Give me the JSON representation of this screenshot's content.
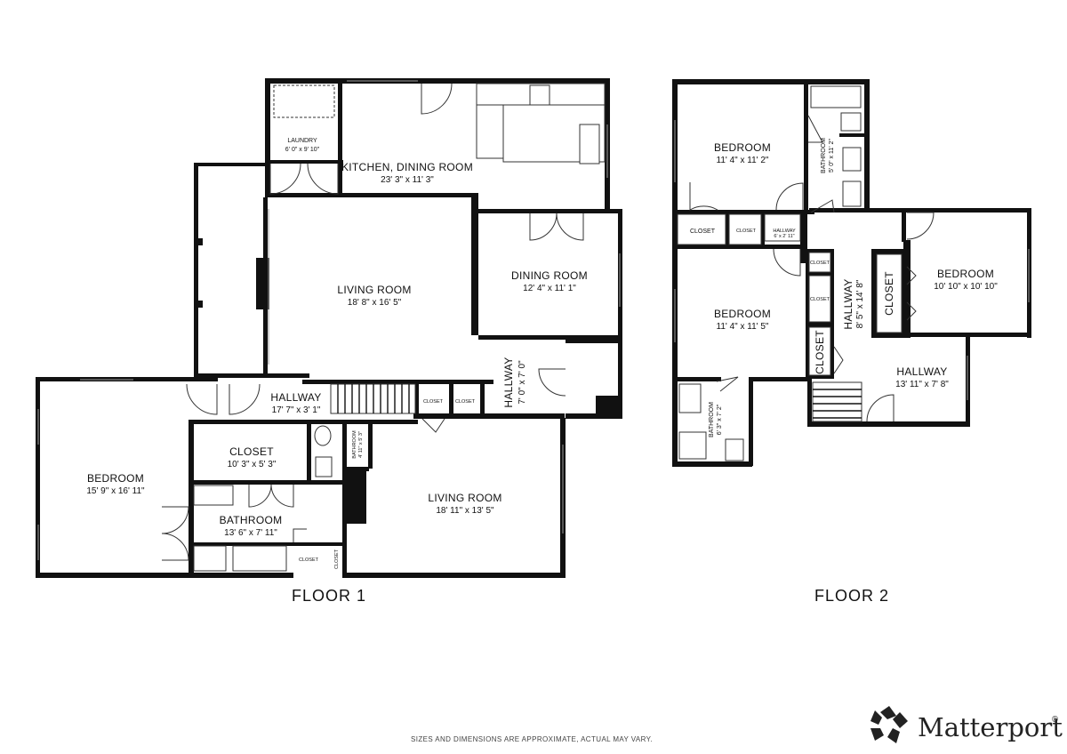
{
  "floors": [
    {
      "label": "FLOOR 1",
      "rooms": [
        {
          "name": "LAUNDRY",
          "dims": "6' 0\" x 9' 10\""
        },
        {
          "name": "KITCHEN, DINING ROOM",
          "dims": "23' 3\" x 11' 3\""
        },
        {
          "name": "LIVING ROOM",
          "dims": "18' 8\" x 16' 5\""
        },
        {
          "name": "DINING ROOM",
          "dims": "12' 4\" x 11' 1\""
        },
        {
          "name": "HALLWAY",
          "dims": "7' 0\" x 7' 0\""
        },
        {
          "name": "HALLWAY",
          "dims": "17' 7\" x 3' 1\""
        },
        {
          "name": "CLOSET",
          "dims": "10' 3\" x 5' 3\""
        },
        {
          "name": "BEDROOM",
          "dims": "15' 9\" x 16' 11\""
        },
        {
          "name": "BATHROOM",
          "dims": "13' 6\" x 7' 11\""
        },
        {
          "name": "LIVING ROOM",
          "dims": "18' 11\" x 13' 5\""
        },
        {
          "name": "BATHROOM",
          "dims": "4' 11\" x 5' 3\""
        }
      ],
      "small_labels": [
        "CLOSET",
        "CLOSET",
        "CLOSET",
        "CLOSET"
      ]
    },
    {
      "label": "FLOOR 2",
      "rooms": [
        {
          "name": "BEDROOM",
          "dims": "11' 4\" x 11' 2\""
        },
        {
          "name": "BATHROOM",
          "dims": "5' 0\" x 11' 2\""
        },
        {
          "name": "HALLWAY",
          "dims": "6' x 2' 11\""
        },
        {
          "name": "BEDROOM",
          "dims": "10' 10\" x 10' 10\""
        },
        {
          "name": "HALLWAY",
          "dims": "8' 5\" x 14' 8\""
        },
        {
          "name": "BEDROOM",
          "dims": "11' 4\" x 11' 5\""
        },
        {
          "name": "HALLWAY",
          "dims": "13' 11\" x 7' 8\""
        },
        {
          "name": "BATHROOM",
          "dims": "6' 3\" x 7' 2\""
        }
      ],
      "closets": [
        "CLOSET",
        "CLOSET",
        "CLOSET",
        "CLOSET",
        "CLOSET",
        "CLOSET"
      ]
    }
  ],
  "disclaimer": "SIZES AND DIMENSIONS ARE APPROXIMATE, ACTUAL MAY VARY.",
  "brand": {
    "name": "Matterport",
    "mark": "®",
    "icon": "matterport-cube-icon"
  }
}
